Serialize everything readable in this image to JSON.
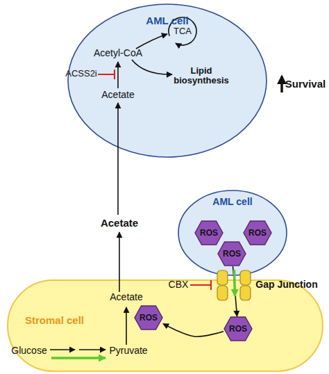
{
  "diagram": {
    "nodes": [
      {
        "text": [
          "AML cell"
        ]
      },
      {
        "text": [
          "AML cell"
        ]
      },
      {
        "text": [
          "ROS"
        ],
        "in": 1
      },
      {
        "text": [
          "ROS"
        ],
        "in": 1
      },
      {
        "text": [
          "ROS"
        ],
        "in": 1
      },
      {
        "text": [
          "Stromal cell"
        ]
      },
      {
        "text": [
          "ROS"
        ],
        "in": 5
      },
      {
        "text": [
          "ROS"
        ],
        "in": 5
      }
    ],
    "edges": [
      {
        "from": 4,
        "to": 7,
        "arrow": "to"
      },
      {
        "from": 7,
        "to": 6,
        "arrow": "to"
      }
    ],
    "labels": [
      "TCA",
      "Acetyl-CoA",
      "Lipid biosynthesis",
      "ACSS2i",
      "Acetate",
      "Survival",
      "Acetate",
      "CBX",
      "Gap Junction",
      "Acetate",
      "Glucose",
      "Pyruvate"
    ]
  }
}
